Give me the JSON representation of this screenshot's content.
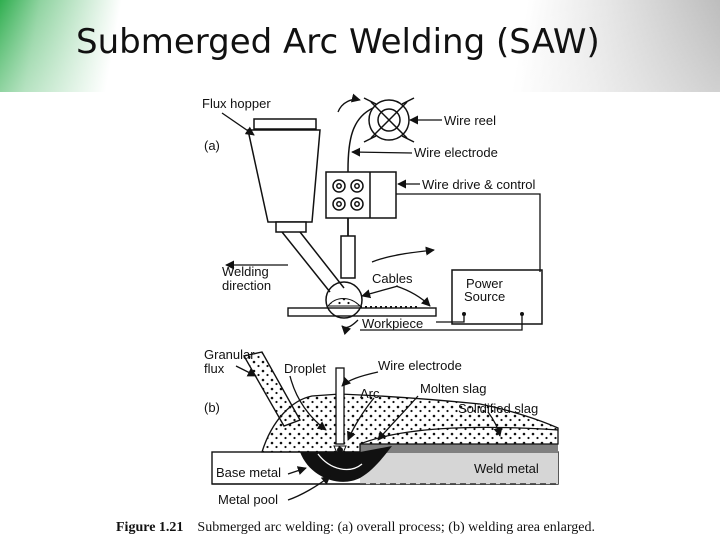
{
  "slide": {
    "title": "Submerged Arc Welding (SAW)"
  },
  "figure_a": {
    "panel_label": "(a)",
    "labels": {
      "flux_hopper": "Flux hopper",
      "wire_reel": "Wire reel",
      "wire_electrode": "Wire electrode",
      "wire_drive": "Wire drive & control",
      "welding_direction_1": "Welding",
      "welding_direction_2": "direction",
      "cables": "Cables",
      "power_source_1": "Power",
      "power_source_2": "Source",
      "workpiece": "Workpiece"
    }
  },
  "figure_b": {
    "panel_label": "(b)",
    "labels": {
      "granular_flux_1": "Granular",
      "granular_flux_2": "flux",
      "droplet": "Droplet",
      "wire_electrode": "Wire electrode",
      "arc": "Arc",
      "molten_slag": "Molten slag",
      "solidified_slag": "Solidified slag",
      "base_metal": "Base metal",
      "weld_metal": "Weld metal",
      "metal_pool": "Metal pool"
    }
  },
  "caption": {
    "number": "Figure 1.21",
    "text": "Submerged arc welding: (a) overall process; (b) welding area enlarged."
  }
}
